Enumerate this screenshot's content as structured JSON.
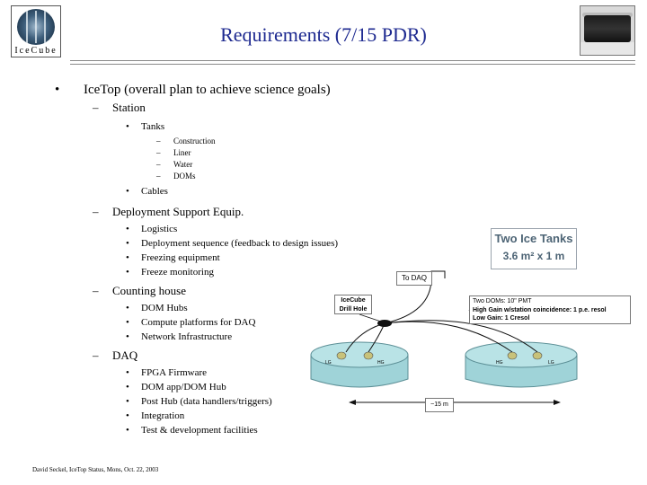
{
  "header": {
    "title": "Requirements (7/15 PDR)",
    "logo_text": "IceCube"
  },
  "outline": {
    "items": [
      {
        "label": "IceTop (overall plan to achieve science goals)",
        "children": [
          {
            "label": "Station",
            "children": [
              {
                "label": "Tanks",
                "children": [
                  "Construction",
                  "Liner",
                  "Water",
                  "DOMs"
                ]
              },
              {
                "label": "Cables"
              }
            ]
          },
          {
            "label": "Deployment Support Equip.",
            "children": [
              {
                "label": "Logistics"
              },
              {
                "label": "Deployment sequence (feedback to design issues)"
              },
              {
                "label": "Freezing equipment"
              },
              {
                "label": "Freeze monitoring"
              }
            ]
          },
          {
            "label": "Counting house",
            "children": [
              {
                "label": "DOM Hubs"
              },
              {
                "label": "Compute platforms for DAQ"
              },
              {
                "label": "Network Infrastructure"
              }
            ]
          },
          {
            "label": "DAQ",
            "children": [
              {
                "label": "FPGA Firmware"
              },
              {
                "label": "DOM app/DOM Hub"
              },
              {
                "label": "Post Hub (data handlers/triggers)"
              },
              {
                "label": "Integration"
              },
              {
                "label": "Test & development facilities"
              }
            ]
          }
        ]
      }
    ]
  },
  "diagram": {
    "tanks_label_1": "Two Ice Tanks",
    "tanks_label_2": "3.6 m² x 1 m",
    "to_daq": "To DAQ",
    "drill_hole_1": "IceCube",
    "drill_hole_2": "Drill Hole",
    "doms_line_1": "Two DOMs: 10\" PMT",
    "doms_line_2": "High Gain w/station coincidence: 1 p.e. resol",
    "doms_line_3": "Low Gain: 1 Cresol",
    "tank_labels": [
      "LG",
      "HG",
      "HG",
      "LG"
    ],
    "distance": "~15 m"
  },
  "footer": {
    "text": "David Seckel, IceTop Status, Mons, Oct. 22, 2003"
  },
  "colors": {
    "title": "#1e2a90",
    "tank_fill": "#b9e3e6",
    "tank_stroke": "#5c8f96",
    "label_box_text": "#4d6475"
  }
}
